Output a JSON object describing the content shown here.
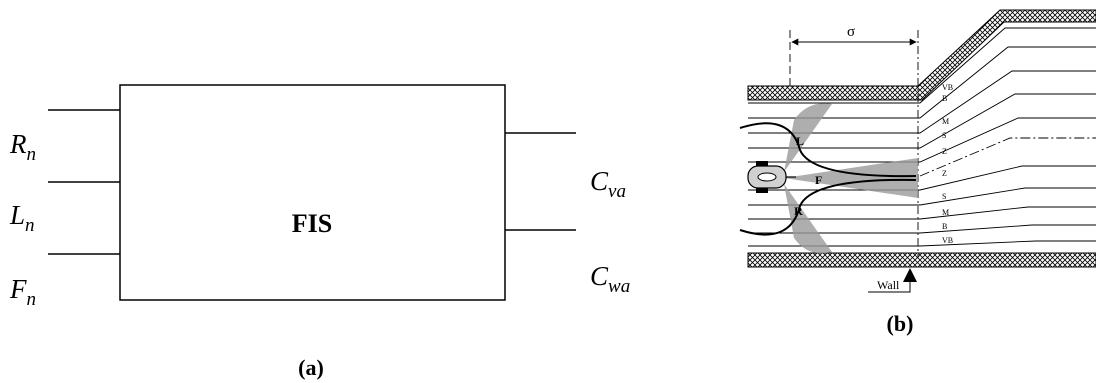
{
  "panel_a": {
    "block_label": "FIS",
    "inputs": [
      {
        "base": "R",
        "sub": "n"
      },
      {
        "base": "L",
        "sub": "n"
      },
      {
        "base": "F",
        "sub": "n"
      }
    ],
    "outputs": [
      {
        "base": "C",
        "sub": "va"
      },
      {
        "base": "C",
        "sub": "wa"
      }
    ],
    "caption": "(a)"
  },
  "panel_b": {
    "sigma_label": "σ",
    "sensors": {
      "left": "L",
      "front": "F",
      "right": "R"
    },
    "lane_labels_top": [
      "VB",
      "B",
      "M",
      "S",
      "Z"
    ],
    "lane_labels_bottom": [
      "Z",
      "S",
      "M",
      "B",
      "VB"
    ],
    "wall_label": "Wall",
    "caption": "(b)"
  },
  "colors": {
    "ink": "#000000",
    "beam": "#9a9a9a",
    "background": "#ffffff"
  }
}
